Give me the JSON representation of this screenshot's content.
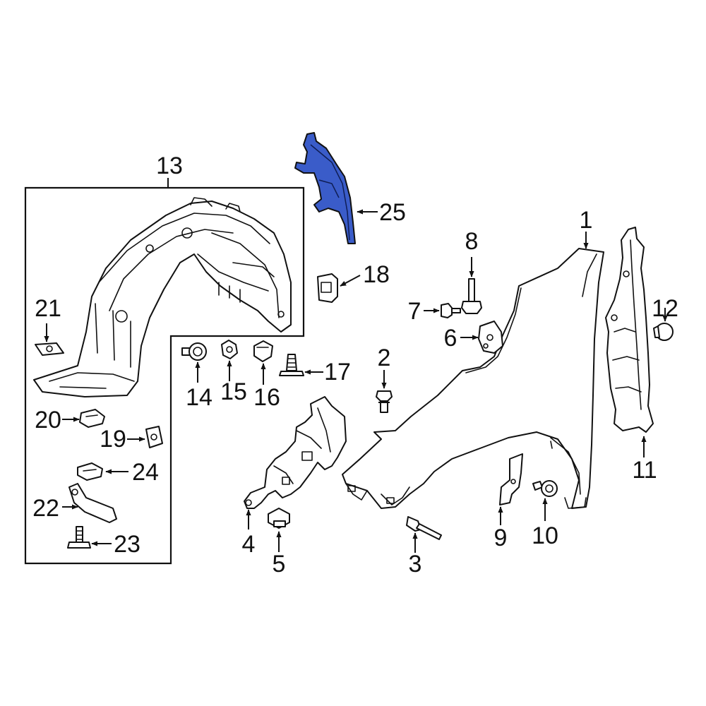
{
  "diagram": {
    "highlight_color": "#3a5cc9",
    "callouts": {
      "c1": "1",
      "c2": "2",
      "c3": "3",
      "c4": "4",
      "c5": "5",
      "c6": "6",
      "c7": "7",
      "c8": "8",
      "c9": "9",
      "c10": "10",
      "c11": "11",
      "c12": "12",
      "c13": "13",
      "c14": "14",
      "c15": "15",
      "c16": "16",
      "c17": "17",
      "c18": "18",
      "c19": "19",
      "c20": "20",
      "c21": "21",
      "c22": "22",
      "c23": "23",
      "c24": "24",
      "c25": "25"
    }
  }
}
